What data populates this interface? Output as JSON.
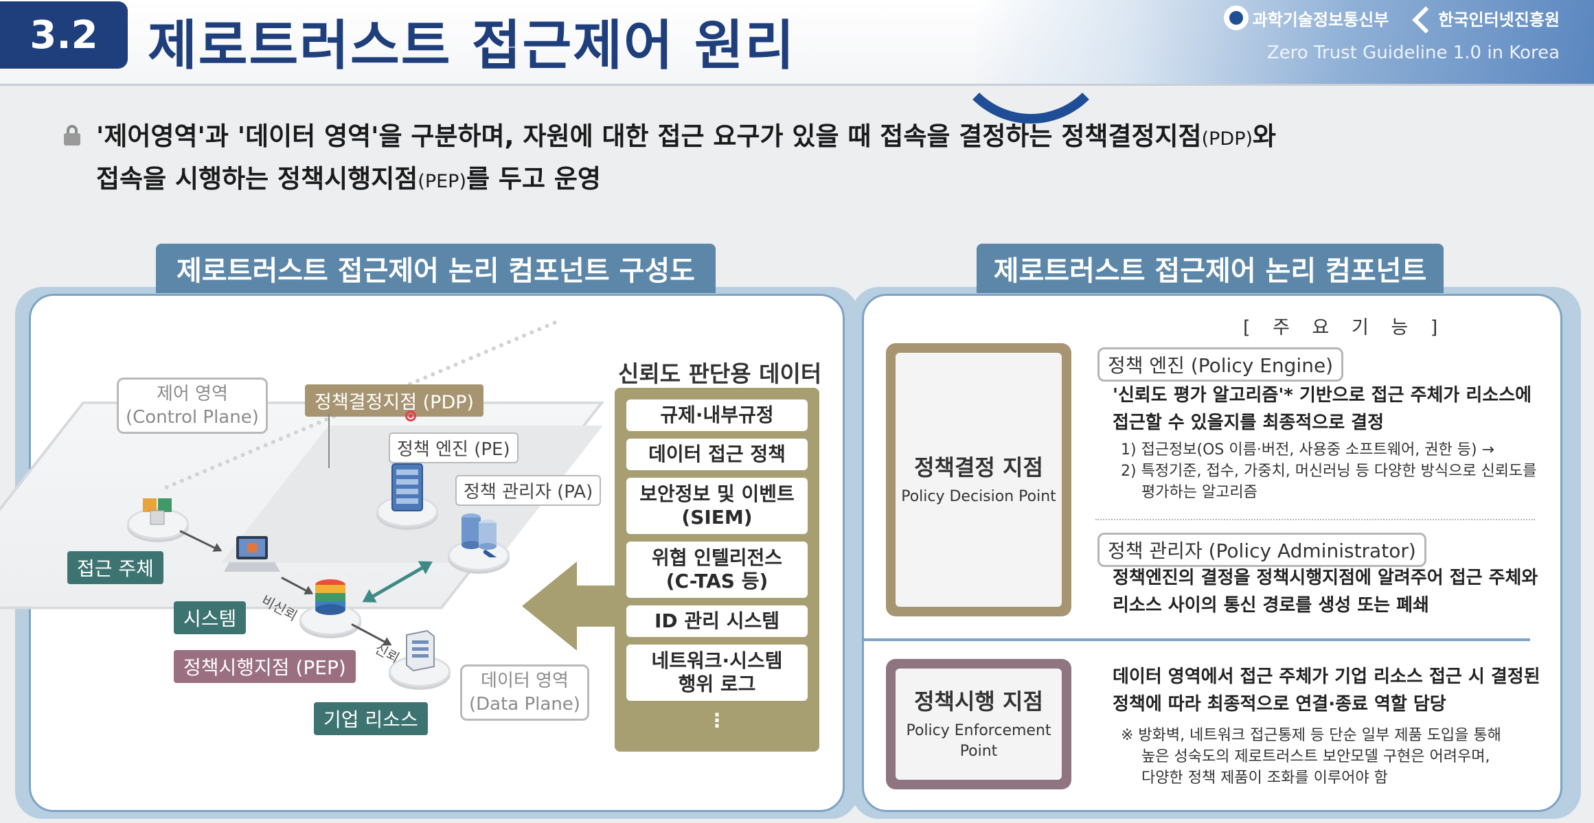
{
  "header": {
    "section_number": "3.2",
    "title": "제로트러스트 접근제어 원리",
    "ministry_logo": "과학기술정보통신부",
    "agency_logo": "한국인터넷진흥원",
    "tagline": "Zero Trust Guideline 1.0 in Korea"
  },
  "intro": {
    "line1_main": "'제어영역'과 '데이터 영역'을 구분하며, 자원에 대한 접근 요구가 있을 때 접속을 결정하는 정책결정지점",
    "line1_abbr": "(PDP)",
    "line1_end": "와",
    "line2_main": "접속을 시행하는 정책시행지점",
    "line2_abbr": "(PEP)",
    "line2_end": "를 두고 운영"
  },
  "left_panel": {
    "tab_title": "제로트러스트 접근제어 논리 컴포넌트 구성도",
    "control_plane_ko": "제어 영역",
    "control_plane_en": "(Control Plane)",
    "pdp_label": "정책결정지점 (PDP)",
    "pe_label": "정책 엔진 (PE)",
    "pa_label": "정책 관리자 (PA)",
    "subject_label": "접근 주체",
    "system_label": "시스템",
    "pep_label": "정책시행지점 (PEP)",
    "resource_label": "기업 리소스",
    "data_plane_ko": "데이터 영역",
    "data_plane_en": "(Data Plane)",
    "untrusted_text": "비신뢰",
    "trusted_text": "신뢰",
    "trust_data_title": "신뢰도 판단용 데이터",
    "trust_items": [
      "규제·내부규정",
      "데이터 접근 정책",
      "보안정보 및 이벤트",
      "(SIEM)",
      "위협 인텔리전스",
      "(C-TAS 등)",
      "ID 관리 시스템",
      "네트워크·시스템",
      "행위 로그"
    ],
    "trust_more": "⋮"
  },
  "right_panel": {
    "tab_title": "제로트러스트 접근제어 논리 컴포넌트",
    "main_functions": "[ 주 요 기 능 ]",
    "pdp_ko": "정책결정 지점",
    "pdp_en": "Policy Decision Point",
    "pe_tag": "정책 엔진 (Policy Engine)",
    "pe_desc1": "'신뢰도 평가 알고리즘'* 기반으로 접근 주체가 리소스에",
    "pe_desc2": "접근할 수 있을지를 최종적으로 결정",
    "pe_note1": "1) 접근정보(OS 이름·버전, 사용중 소프트웨어, 권한 등) →",
    "pe_note2a": "2) 특정기준, 접수, 가중치, 머신러닝 등 다양한 방식으로 신뢰도를",
    "pe_note2b": "평가하는 알고리즘",
    "pa_tag": "정책 관리자 (Policy Administrator)",
    "pa_desc1": "정책엔진의 결정을 정책시행지점에 알려주어 접근 주체와",
    "pa_desc2": "리소스 사이의 통신 경로를 생성 또는 폐쇄",
    "pep_ko": "정책시행 지점",
    "pep_en1": "Policy Enforcement",
    "pep_en2": "Point",
    "pep_desc1": "데이터 영역에서 접근 주체가 기업 리소스 접근 시 결정된",
    "pep_desc2": "정책에 따라 최종적으로 연결·종료 역할 담당",
    "pep_note1": "※  방화벽, 네트워크 접근통제 등 단순 일부 제품 도입을 통해",
    "pep_note2": "높은 성숙도의 제로트러스트 보안모델 구현은 어려우며,",
    "pep_note3": "다양한 정책 제품이 조화를 이루어야 함"
  }
}
